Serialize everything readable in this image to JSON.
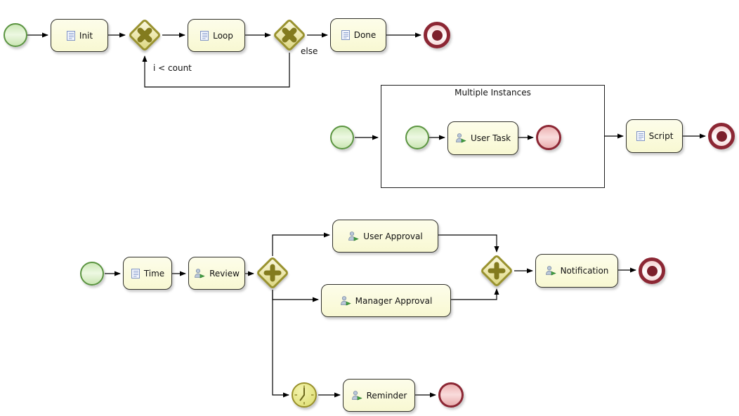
{
  "diagram_type": "BPMN process diagrams",
  "flow_top": {
    "init_label": "Init",
    "loop_label": "Loop",
    "done_label": "Done",
    "loop_condition_label": "i < count",
    "else_label": "else"
  },
  "flow_multi_instance": {
    "subprocess_title": "Multiple Instances",
    "user_task_label": "User Task",
    "script_label": "Script"
  },
  "flow_approval": {
    "time_label": "Time",
    "review_label": "Review",
    "user_approval_label": "User Approval",
    "manager_approval_label": "Manager Approval",
    "notification_label": "Notification",
    "reminder_label": "Reminder"
  },
  "icons": {
    "task_script": "document-icon",
    "task_user": "user-icon",
    "timer": "clock-icon",
    "gateway_exclusive": "x-cross-icon",
    "gateway_parallel": "plus-cross-icon"
  },
  "colors": {
    "task_fill": "#fafad8",
    "task_border": "#30302a",
    "gateway_border": "#99922e",
    "gateway_symbol": "#837b1e",
    "start_event_green": "#5a9440",
    "end_event_red": "#8c2734",
    "timer_fill": "#e2e27e",
    "connector": "#000000",
    "background": "#ffffff"
  }
}
